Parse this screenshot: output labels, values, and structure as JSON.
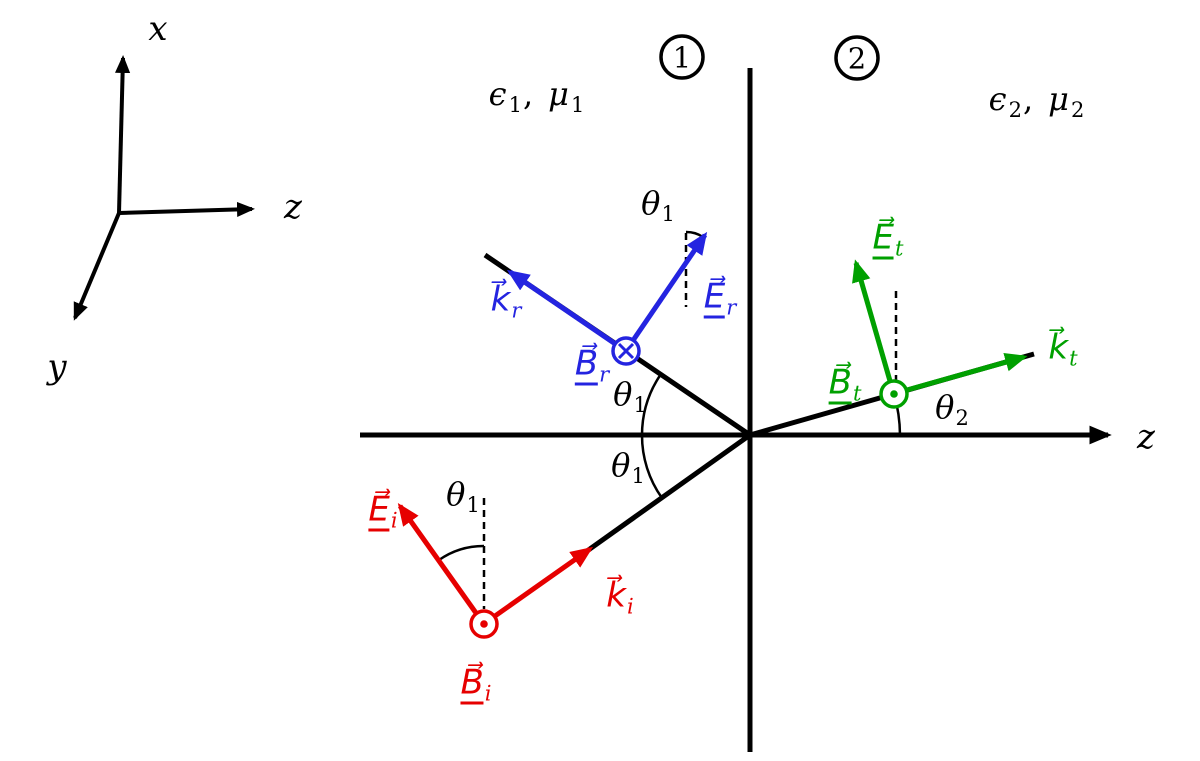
{
  "colors": {
    "ink": "#000000",
    "incident": "#e60000",
    "reflected": "#2424e0",
    "transmitted": "#00a000"
  },
  "triad": {
    "x": "x",
    "y": "y",
    "z": "z"
  },
  "axis": {
    "z": "z"
  },
  "regions": {
    "r1": {
      "number": "1",
      "epsilon": "ϵ",
      "epsilon_sub": "1",
      "comma": ",",
      "mu": "μ",
      "mu_sub": "1"
    },
    "r2": {
      "number": "2",
      "epsilon": "ϵ",
      "epsilon_sub": "2",
      "comma": ",",
      "mu": "μ",
      "mu_sub": "2"
    }
  },
  "angles": {
    "theta1": {
      "main": "θ",
      "sub": "1"
    },
    "theta2": {
      "main": "θ",
      "sub": "2"
    }
  },
  "vectors": {
    "E_i": {
      "main": "E⃗",
      "sub": "i"
    },
    "B_i": {
      "main": "B⃗",
      "sub": "i"
    },
    "k_i": {
      "main": "k⃗",
      "sub": "i"
    },
    "E_r": {
      "main": "E⃗",
      "sub": "r"
    },
    "B_r": {
      "main": "B⃗",
      "sub": "r"
    },
    "k_r": {
      "main": "k⃗",
      "sub": "r"
    },
    "E_t": {
      "main": "E⃗",
      "sub": "t"
    },
    "B_t": {
      "main": "B⃗",
      "sub": "t"
    },
    "k_t": {
      "main": "k⃗",
      "sub": "t"
    }
  }
}
